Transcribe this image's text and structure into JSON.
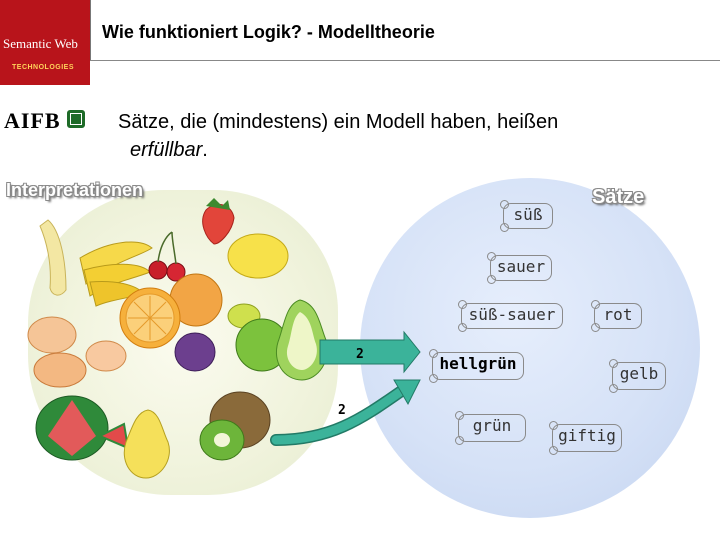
{
  "brand": {
    "name": "Semantic Web",
    "tagline": "TECHNOLOGIES",
    "color": "#b8141b"
  },
  "logo": {
    "text": "AIFB",
    "box_color": "#1e6b28"
  },
  "slide": {
    "title": "Wie funktioniert Logik? - Modelltheorie",
    "statement_line1": "Sätze, die (mindestens) ein Modell haben, heißen",
    "statement_line2": "erfüllbar",
    "statement_end": "."
  },
  "labels": {
    "interpretations": "Interpretationen",
    "sentences": "Sätze"
  },
  "sentences": [
    {
      "text": "süß"
    },
    {
      "text": "sauer"
    },
    {
      "text": "süß-sauer"
    },
    {
      "text": "rot"
    },
    {
      "text": "hellgrün"
    },
    {
      "text": "gelb"
    },
    {
      "text": "grün"
    },
    {
      "text": "giftig"
    }
  ],
  "mappings": [
    {
      "number": "2"
    },
    {
      "number": "2"
    }
  ],
  "colors": {
    "arrow": "#3bb39a",
    "ellipse": "#d6e2f7"
  }
}
